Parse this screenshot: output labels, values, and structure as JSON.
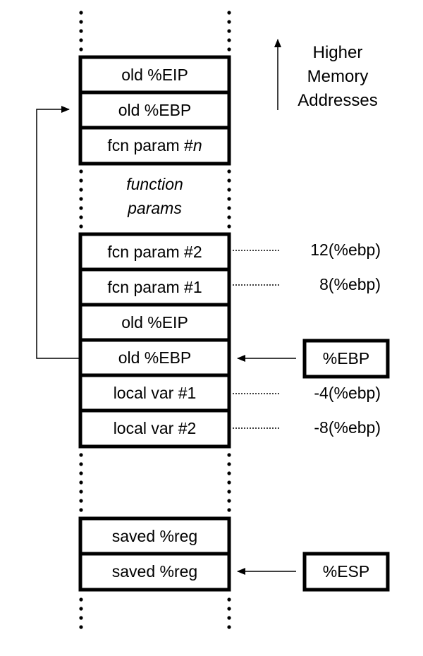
{
  "stack_top": {
    "cells": [
      "old %EIP",
      "old %EBP"
    ],
    "param_n_prefix": "fcn param #",
    "param_n_suffix": "n"
  },
  "function_params": {
    "line1": "function",
    "line2": "params"
  },
  "stack_frame": {
    "cells": [
      "fcn param #2",
      "fcn param #1",
      "old %EIP",
      "old %EBP",
      "local var #1",
      "local var #2"
    ],
    "offsets": {
      "param2": "12(%ebp)",
      "param1": "8(%ebp)",
      "local1": "-4(%ebp)",
      "local2": "-8(%ebp)"
    }
  },
  "stack_bottom": {
    "cells": [
      "saved %reg",
      "saved %reg"
    ]
  },
  "registers": {
    "ebp": "%EBP",
    "esp": "%ESP"
  },
  "legend": {
    "line1": "Higher",
    "line2": "Memory",
    "line3": "Addresses"
  }
}
